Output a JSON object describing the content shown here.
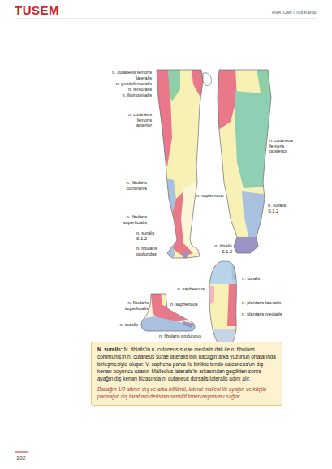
{
  "diagram": {
    "nodes": [
      {
        "text": [
          "N. suralis:",
          "N. tibialis'in n. cutaneus surae medialis dalı ile n. fibularis communis'in n. cutaneus surae lateralis'inin bacağın arka yüzünün ortalarında birleşmesiyle oluşur. V. saphena parva ile birlikte tendo calcaneus'un dış kenarı boyunca uzanır. Malleolus lateralis'in arkasından geçtikten sonra ayağın dış kenarı hizasında n. cutaneus dorsalis lateralis adını alır.",
          "Bacağın 1/3 altının dış ve arka bölümü, lateral malleol ile ayağın ve küçük parmağın dış tarafının derisinin sensitif innervasyonunu sağlar."
        ]
      }
    ],
    "labels": [
      "TUSEM",
      "ANATOMİ / Tus Kampı",
      "n. cutaneus femoris lateralis",
      "n. genitofemoralis",
      "n. femoralis",
      "n. ilioinguinalis",
      "n. cutaneus femoris anterior",
      "n. fibularis communis",
      "n. saphenous",
      "n. fibularis superficialis",
      "n. suralis S.1.2",
      "n. fibularis profundus",
      "n. cutaneus femoris posterior",
      "n. suralis S.1.2",
      "n. tibialis S.1.2",
      "n. suralis",
      "n. saphenous",
      "n. plantaris lateralis",
      "n. plantaris medialis",
      "n. fibularis superficialis",
      "n. saphenous",
      "n. suralis",
      "n. fibularis profundus",
      "102"
    ]
  }
}
